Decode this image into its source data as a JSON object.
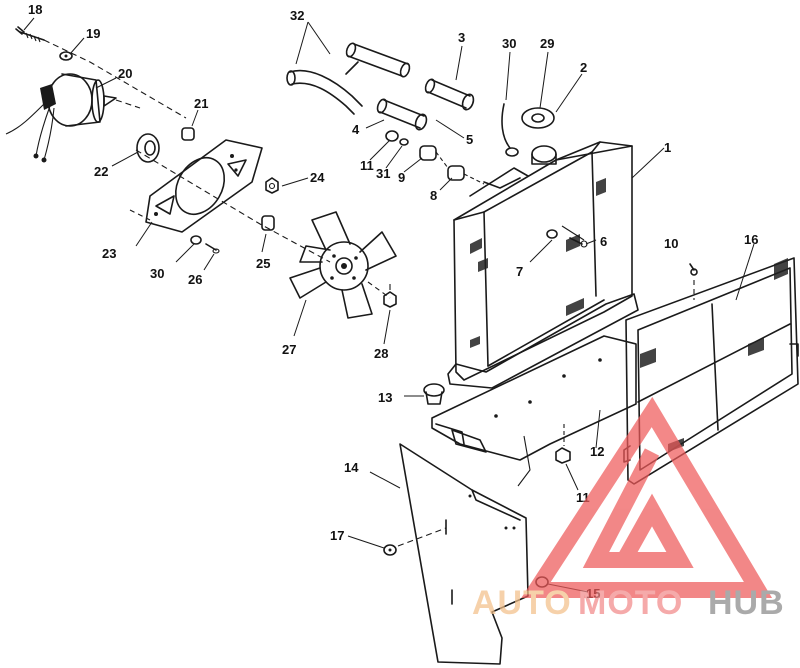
{
  "callouts": {
    "c1": "1",
    "c2": "2",
    "c3": "3",
    "c4": "4",
    "c5": "5",
    "c6": "6",
    "c7": "7",
    "c8": "8",
    "c9": "9",
    "c10": "10",
    "c11a": "11",
    "c11b": "11",
    "c12": "12",
    "c13": "13",
    "c14": "14",
    "c15": "15",
    "c16": "16",
    "c17": "17",
    "c18": "18",
    "c19": "19",
    "c20": "20",
    "c21": "21",
    "c22": "22",
    "c23": "23",
    "c24": "24",
    "c25": "25",
    "c26": "26",
    "c27": "27",
    "c28": "28",
    "c29": "29",
    "c30a": "30",
    "c30b": "30",
    "c31": "31",
    "c32": "32"
  },
  "watermark": {
    "part1": "AUTO",
    "part2": "MOTO",
    "part3": "HUB",
    "color_auto": "#f3c08a",
    "color_moto": "#f28a8a",
    "color_hub": "#8a8a8a",
    "triangle_color": "#ee5a5a"
  }
}
